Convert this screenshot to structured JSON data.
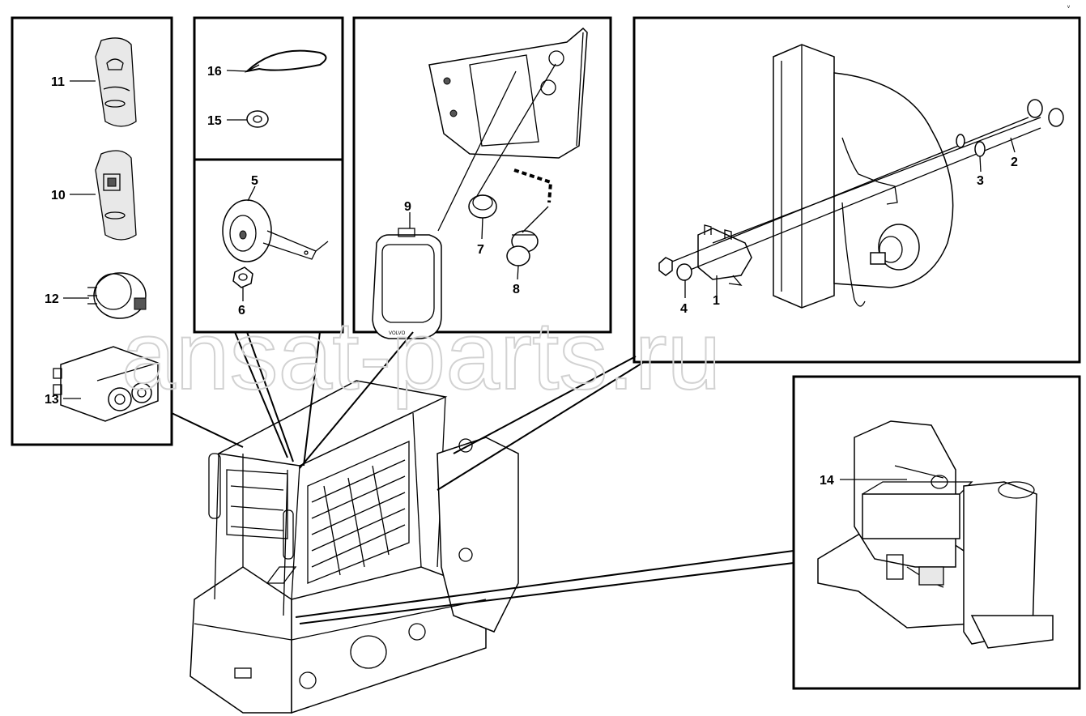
{
  "watermark": "ansat-parts.ru",
  "callouts": [
    {
      "id": "c1",
      "text": "1"
    },
    {
      "id": "c2",
      "text": "2"
    },
    {
      "id": "c3",
      "text": "3"
    },
    {
      "id": "c4",
      "text": "4"
    },
    {
      "id": "c5",
      "text": "5"
    },
    {
      "id": "c6",
      "text": "6"
    },
    {
      "id": "c7",
      "text": "7"
    },
    {
      "id": "c8",
      "text": "8"
    },
    {
      "id": "c9",
      "text": "9"
    },
    {
      "id": "c10",
      "text": "10"
    },
    {
      "id": "c11",
      "text": "11"
    },
    {
      "id": "c12",
      "text": "12"
    },
    {
      "id": "c13",
      "text": "13"
    },
    {
      "id": "c14",
      "text": "14"
    },
    {
      "id": "c15",
      "text": "15"
    },
    {
      "id": "c16",
      "text": "16"
    }
  ],
  "display_brand": "VOLVO",
  "corner_mark": "v",
  "colors": {
    "line": "#000000",
    "background": "#ffffff",
    "watermark": "#d2d2d2"
  }
}
